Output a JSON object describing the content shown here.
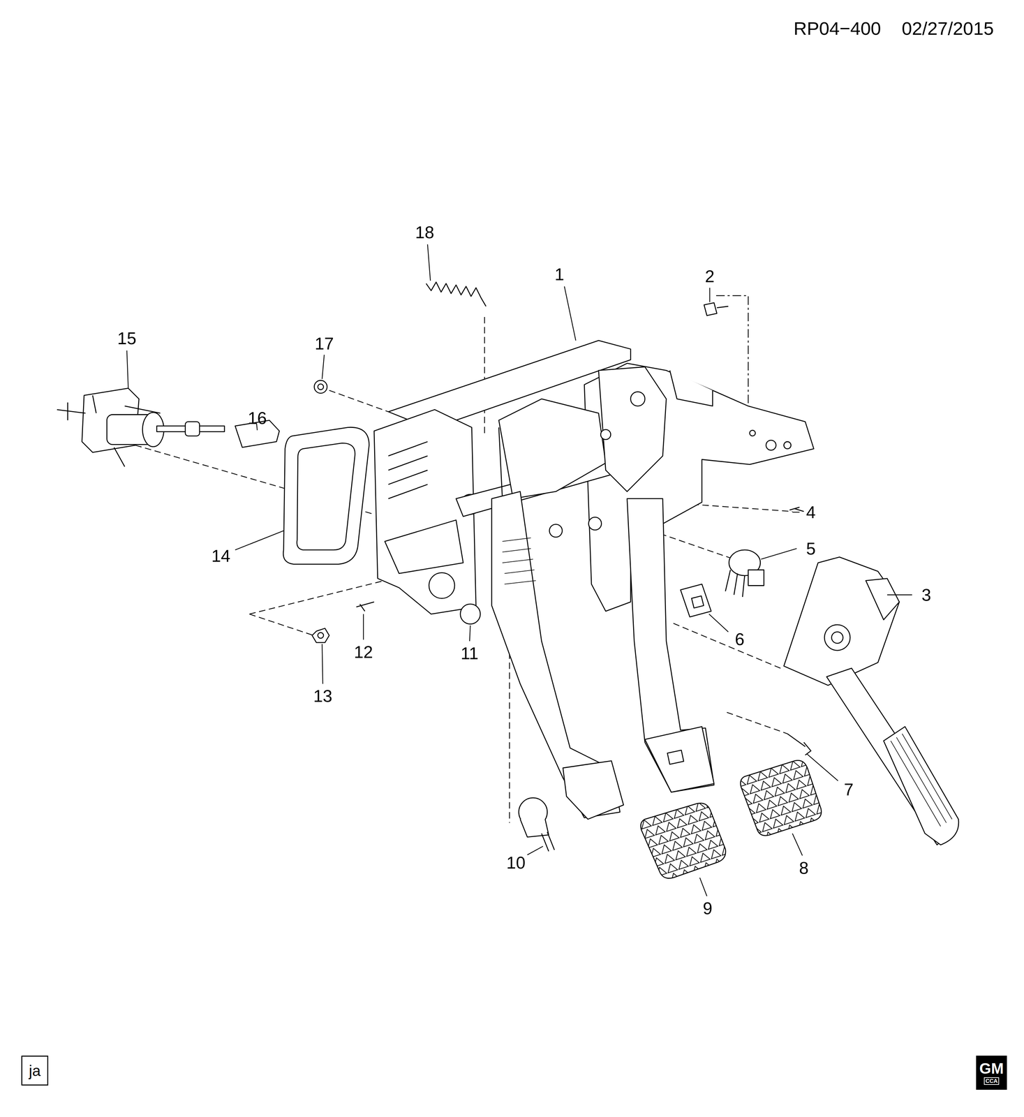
{
  "diagram": {
    "nodes": [
      {
        "text": [
          "ja"
        ]
      },
      {
        "text": [
          "GM",
          "CCA"
        ]
      }
    ],
    "labels": [
      "RP04−400",
      "02/27/2015",
      "1",
      "2",
      "3",
      "4",
      "5",
      "6",
      "7",
      "8",
      "9",
      "10",
      "11",
      "12",
      "13",
      "14",
      "15",
      "16",
      "17",
      "18"
    ]
  }
}
